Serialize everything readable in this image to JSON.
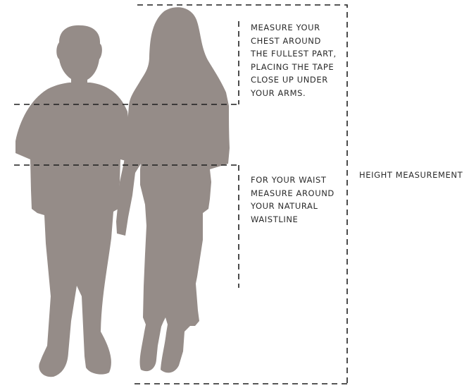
{
  "diagram": {
    "chest_instruction": [
      "MEASURE YOUR",
      "CHEST AROUND",
      "THE FULLEST PART,",
      "PLACING THE TAPE",
      "CLOSE UP UNDER",
      "YOUR ARMS."
    ],
    "waist_instruction": [
      "FOR YOUR WAIST",
      "MEASURE AROUND",
      "YOUR NATURAL",
      "WAISTLINE"
    ],
    "height_label": "HEIGHT MEASUREMENT",
    "colors": {
      "silhouette": "#958c88",
      "guide_line": "#1f1f1f",
      "text": "#2b2b2b",
      "background": "#ffffff"
    }
  }
}
